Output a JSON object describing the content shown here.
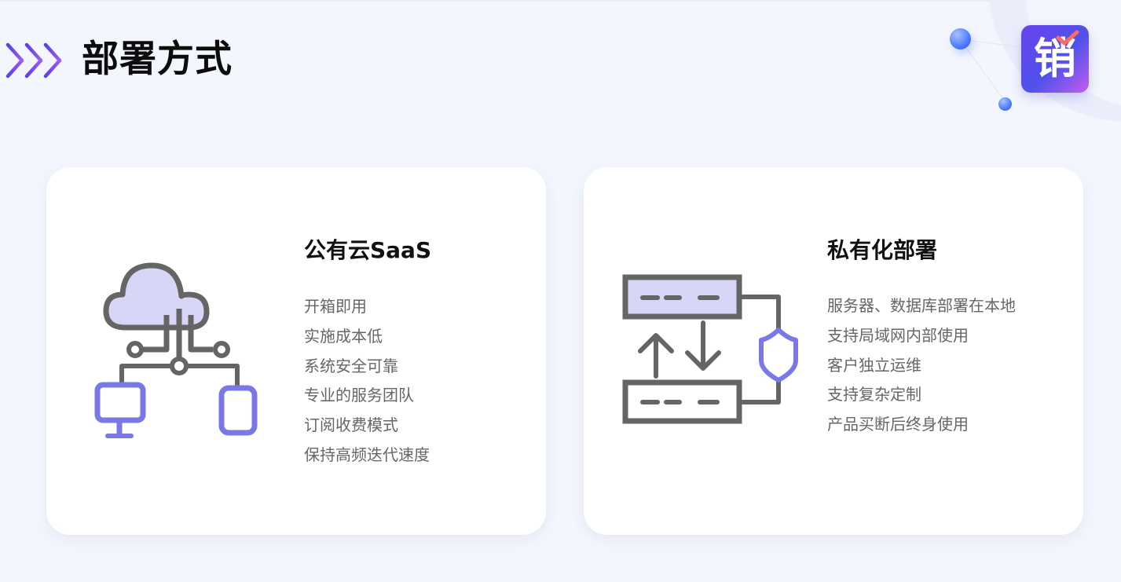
{
  "header": {
    "title": "部署方式"
  },
  "brand": {
    "logo_char": "销",
    "accent_color": "#5b4cf0",
    "check_color": "#ff6b5e"
  },
  "cards": [
    {
      "title": "公有云SaaS",
      "icon": "cloud-network-icon",
      "features": [
        "开箱即用",
        "实施成本低",
        "系统安全可靠",
        "专业的服务团队",
        "订阅收费模式",
        "保持高频迭代速度"
      ]
    },
    {
      "title": "私有化部署",
      "icon": "server-shield-icon",
      "features": [
        "服务器、数据库部署在本地",
        "支持局域网内部使用",
        "客户独立运维",
        "支持复杂定制",
        "产品买断后终身使用"
      ]
    }
  ],
  "colors": {
    "icon_gray": "#656565",
    "icon_purple": "#7a78e6",
    "icon_fill": "#d8d6f7",
    "chevron_start": "#5a3ee8",
    "chevron_end": "#9a5df0"
  }
}
